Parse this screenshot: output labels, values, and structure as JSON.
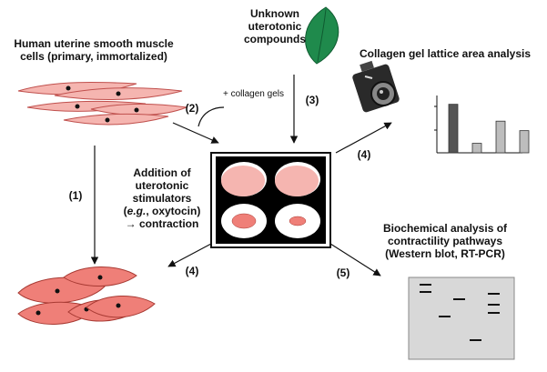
{
  "labels": {
    "cells_line1": "Human uterine smooth muscle",
    "cells_line2": "cells (primary, immortalized)",
    "unknown_line1": "Unknown",
    "unknown_line2": "uterotonic",
    "unknown_line3": "compounds",
    "collagen_title": "Collagen gel lattice area analysis",
    "plus_collagen": "+ collagen gels",
    "addition_line1": "Addition of",
    "addition_line2": "uterotonic",
    "addition_line3": "stimulators",
    "addition_line4_pre": "(",
    "addition_line4_em": "e.g.",
    "addition_line4_post": ", oxytocin)",
    "addition_line5": "→ contraction",
    "biochem_line1": "Biochemical analysis of",
    "biochem_line2": "contractility pathways",
    "biochem_line3": "(Western blot, RT-PCR)"
  },
  "steps": {
    "s1": "(1)",
    "s2": "(2)",
    "s3": "(3)",
    "s4a": "(4)",
    "s4b": "(4)",
    "s5": "(5)"
  },
  "colors": {
    "cell_pink": "#f5b5b0",
    "cell_contracted": "#ef7f78",
    "leaf_green": "#1f8a4c",
    "plate_black": "#000000"
  },
  "icons": {
    "leaf": "leaf-icon",
    "camera": "camera-icon",
    "plate": "well-plate-icon",
    "gel": "gel-blot-icon"
  },
  "chart_data": {
    "type": "bar",
    "categories": [],
    "values": [
      0.92,
      0.18,
      0.6,
      0.42
    ],
    "title": "",
    "xlabel": "",
    "ylabel": "",
    "bar_colors": [
      "#555555",
      "#bdbdbd",
      "#bdbdbd",
      "#bdbdbd"
    ]
  }
}
